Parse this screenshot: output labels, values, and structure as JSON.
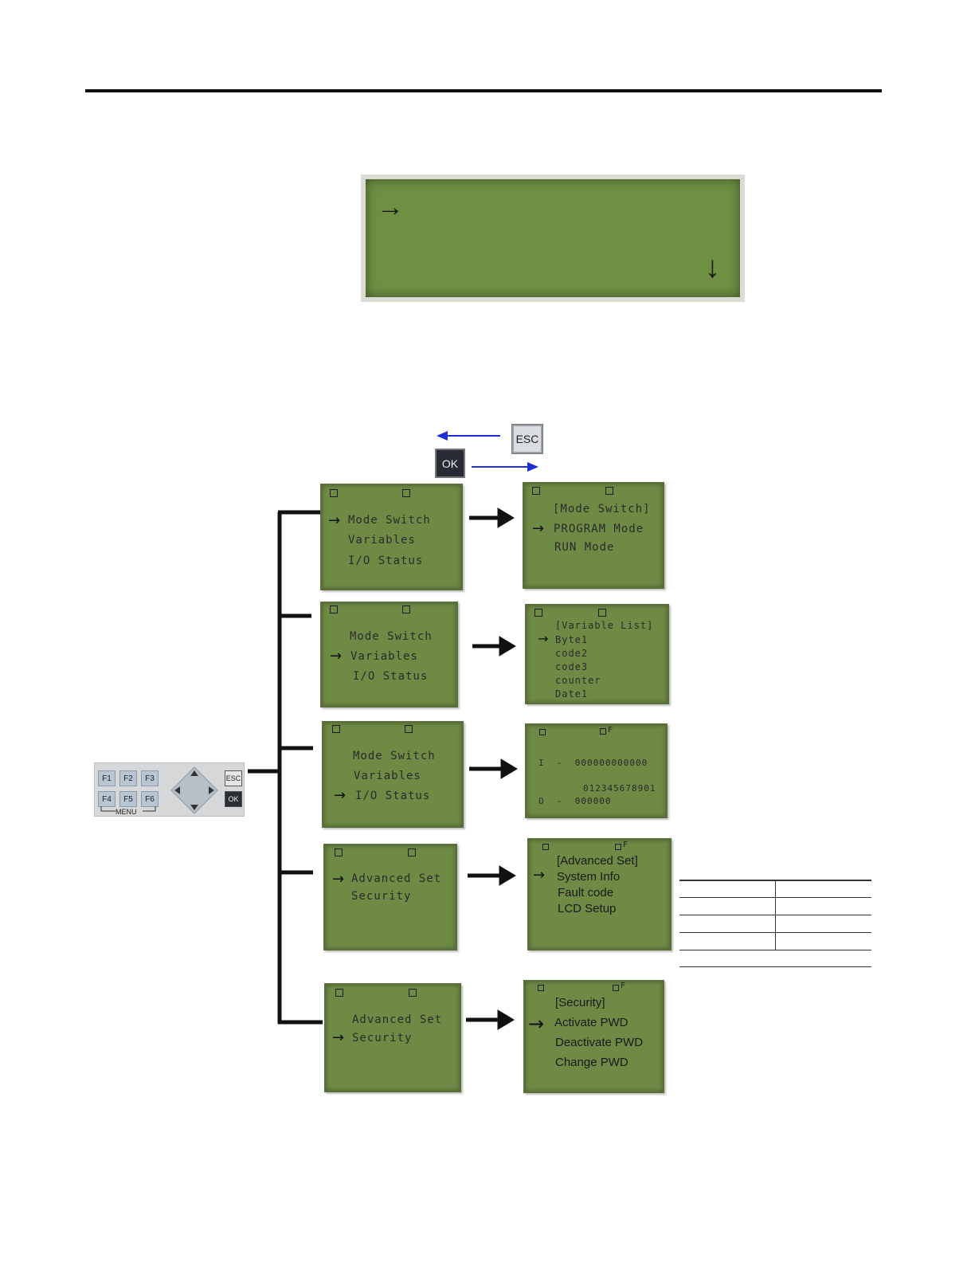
{
  "top_display": {
    "arrow_right": "→",
    "arrow_down": "↓"
  },
  "nav": {
    "esc_label": "ESC",
    "ok_label": "OK"
  },
  "keypad": {
    "keys": [
      "F1",
      "F2",
      "F3",
      "F4",
      "F5",
      "F6"
    ],
    "menu_label": "MENU",
    "esc_label": "ESC",
    "ok_label": "OK"
  },
  "main_menu": {
    "mode_switch": "Mode Switch",
    "variables": "Variables",
    "io_status": "I/O Status",
    "advanced_set": "Advanced Set",
    "security": "Security",
    "pointer": "→"
  },
  "mode_switch_screen": {
    "title": "[Mode Switch]",
    "items": [
      "PROGRAM Mode",
      "RUN Mode"
    ]
  },
  "variable_screen": {
    "title": "[Variable List]",
    "items": [
      "Byte1",
      "code2",
      "code3",
      "counter",
      "Date1"
    ]
  },
  "io_screen": {
    "flag": "F",
    "input_row": "I  -  000000000000",
    "index_row": "012345678901",
    "output_row": "O  -  000000"
  },
  "advanced_screen": {
    "flag": "F",
    "title": "[Advanced Set]",
    "items": [
      "System Info",
      "Fault code",
      "LCD Setup"
    ]
  },
  "security_screen": {
    "flag": "F",
    "title": "[Security]",
    "items": [
      "Activate PWD",
      "Deactivate PWD",
      "Change PWD"
    ]
  }
}
